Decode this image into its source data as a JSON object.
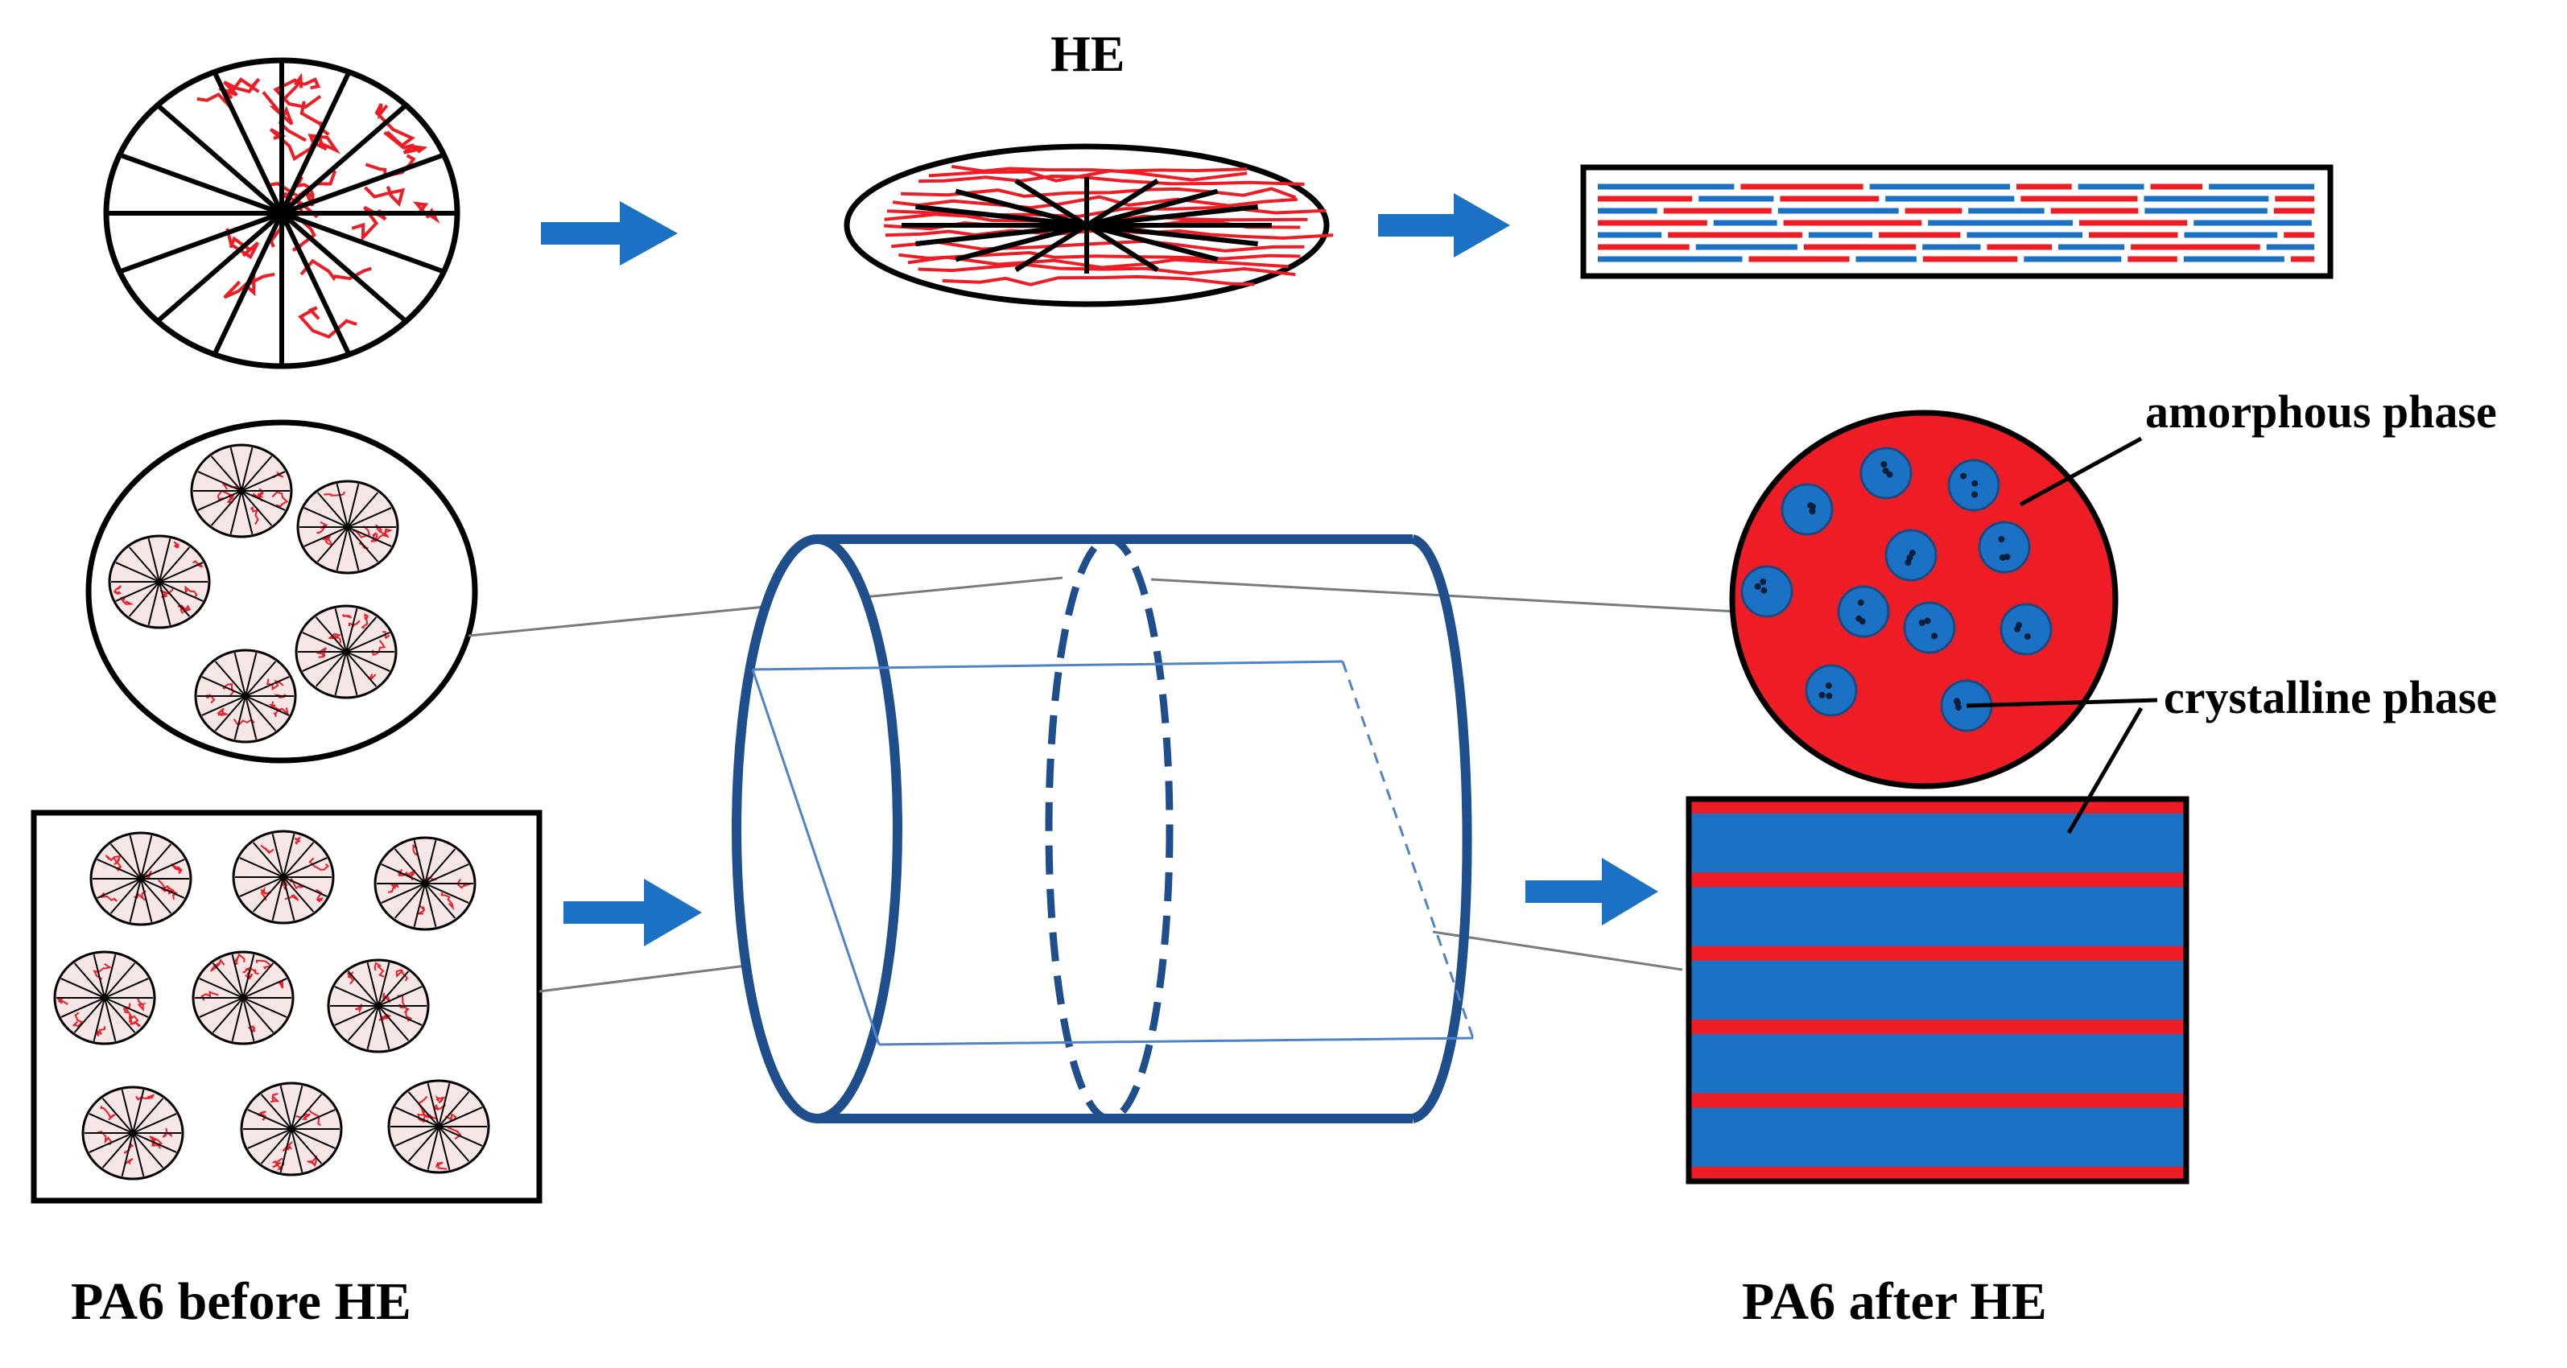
{
  "labels": {
    "process": "HE",
    "amorphous": "amorphous phase",
    "crystalline": "crystalline phase",
    "before": "PA6 before HE",
    "after": "PA6 after HE"
  },
  "colors": {
    "chain_red": "#ee1c24",
    "crystal_blue": "#1b72c5",
    "arrow_blue": "#1b72c5",
    "die_blue": "#1f4e8c",
    "thin_blue": "#4f83c8",
    "leader_gray": "#7a7a7a",
    "outline": "#000000"
  },
  "icons": {
    "arrow": "right-arrow-icon"
  },
  "stripes": {
    "crystalline_bands": 5
  }
}
